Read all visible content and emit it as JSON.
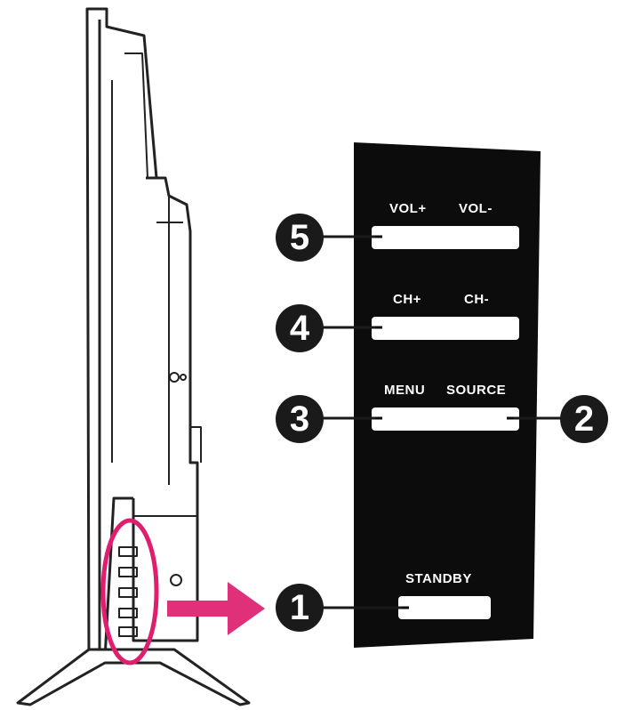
{
  "panel": {
    "labels": {
      "vol_plus": "VOL+",
      "vol_minus": "VOL-",
      "ch_plus": "CH+",
      "ch_minus": "CH-",
      "menu": "MENU",
      "source": "SOURCE",
      "standby": "STANDBY"
    }
  },
  "callouts": {
    "one": "1",
    "two": "2",
    "three": "3",
    "four": "4",
    "five": "5"
  },
  "colors": {
    "panel": "#0c0c0c",
    "outline": "#222222",
    "highlight": "#e01e6e",
    "arrow": "#e0307a",
    "button": "#ffffff"
  },
  "icons": {
    "arrow": "right-arrow-icon",
    "highlight": "ellipse-highlight"
  }
}
